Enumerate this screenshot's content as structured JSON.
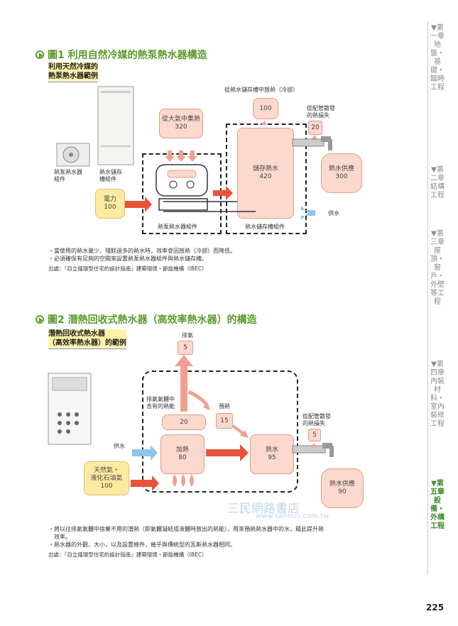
{
  "fig1": {
    "title": "圖1 利用自然冷媒的熱泵熱水器構造",
    "example_label_1": "利用天然冷媒的",
    "example_label_2": "熱泵熱水器範例",
    "heat_pump_unit_1": "熱泵熱水器",
    "heat_pump_unit_2": "組件",
    "storage_unit_1": "熱水儲存",
    "storage_unit_2": "槽組件",
    "electricity_label": "電力",
    "electricity_value": "100",
    "air_heat_label": "從大氣中集熱",
    "air_heat_value": "320",
    "tank_heat_loss_label": "從熱水儲存槽中放熱（冷卻）",
    "tank_heat_loss_value": "100",
    "stored_hot_water_label": "儲存熱水",
    "stored_hot_water_value": "420",
    "pipe_loss_label_1": "從配管散發",
    "pipe_loss_label_2": "的熱損失",
    "pipe_loss_value": "20",
    "hot_water_supply_label": "熱水供應",
    "hot_water_supply_value": "300",
    "water_supply_label": "供水",
    "heat_pump_module_label": "熱泵熱水器組件",
    "tank_module_label": "熱水儲存槽組件",
    "notes": [
      "・當使用的熱水量少、殘餘過多的熱水時，效率會因放熱（冷卻）而降低。",
      "・必須確保有足夠的空間來設置熱泵熱水器組件與熱水儲存槽。"
    ],
    "source": "出處：『自立循環型住宅的設計指南』建築環境・節能機構（IBEC）"
  },
  "fig2": {
    "title": "圖2 潛熱回收式熱水器（高效率熱水器）的構造",
    "example_label_1": "潛熱回收式熱水器",
    "example_label_2": "（高效率熱水器）的範例",
    "exhaust_label": "排氣",
    "exhaust_value": "5",
    "latent_label_1": "排氣氣體中",
    "latent_label_2": "含有的熱能",
    "latent_value": "20",
    "preheat_label": "預熱",
    "preheat_value": "15",
    "water_in_label": "供水",
    "heating_label": "加熱",
    "heating_value": "80",
    "hot_water_label": "熱水",
    "hot_water_value": "95",
    "pipe_loss_label_1": "從配管散發",
    "pipe_loss_label_2": "的熱損失",
    "pipe_loss_value": "5",
    "gas_label_1": "天然氣・",
    "gas_label_2": "液化石油氣",
    "gas_value": "100",
    "supply_label": "熱水供應",
    "supply_value": "90",
    "notes": [
      "・將以往排氣氣體中捨棄不用的潛熱（即氣體凝結成液體時放出的熱能），用來預熱熱水器中的水，藉此提升熱",
      "　效率。",
      "・熱水器的外觀、大小，以及設置條件，幾乎與傳統型的瓦斯熱水器相同。"
    ],
    "source": "出處：『自立循環型住宅的設計指南』建築環境・節能機構（IBEC）"
  },
  "side_index": [
    {
      "label": "▼第一章 地盤・基礎・臨時工程",
      "active": false
    },
    {
      "label": "▼第二章 結構工程",
      "active": false
    },
    {
      "label": "▼第三章 屋頂・窗戶・外壁等工程",
      "active": false
    },
    {
      "label": "▼第四章 內裝材料・室內裝修工程",
      "active": false
    },
    {
      "label": "▼第五章 設備・外構工程",
      "active": true
    }
  ],
  "watermark_text": "三民網路書店",
  "watermark_url": "www.sanmin.com.tw",
  "page_number": "225",
  "colors": {
    "accent_green": "#5a9a2a",
    "arrow_red": "#e8533a",
    "arrow_blue": "#8fc4ea",
    "box_pink": "#fbd9cd",
    "box_yellow": "#fdeaa2"
  }
}
